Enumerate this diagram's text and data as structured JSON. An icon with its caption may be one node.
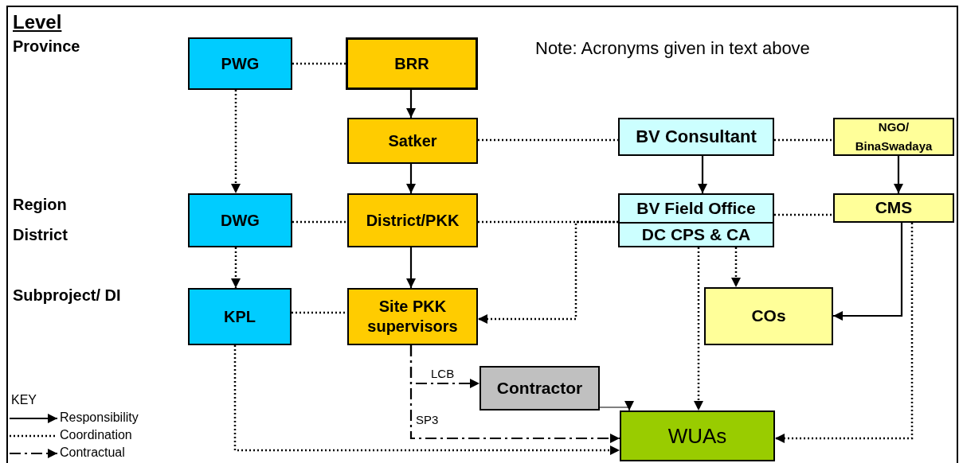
{
  "diagram": {
    "nodes": [
      {
        "text": [
          "PWG"
        ]
      },
      {
        "text": [
          "BRR"
        ]
      },
      {
        "text": [
          "Satker"
        ]
      },
      {
        "text": [
          "BV Consultant"
        ]
      },
      {
        "text": [
          "NGO/ BinaSwadaya"
        ]
      },
      {
        "text": [
          "DWG"
        ]
      },
      {
        "text": [
          "District/PKK"
        ]
      },
      {
        "text": [
          "BV Field Office"
        ]
      },
      {
        "text": [
          "DC CPS & CA"
        ]
      },
      {
        "text": [
          "CMS"
        ]
      },
      {
        "text": [
          "KPL"
        ]
      },
      {
        "text": [
          "Site PKK supervisors"
        ]
      },
      {
        "text": [
          "COs"
        ]
      },
      {
        "text": [
          "Contractor"
        ]
      },
      {
        "text": [
          "WUAs"
        ]
      }
    ],
    "edges": [
      {
        "from": 0,
        "to": 1,
        "arrow": "none",
        "style": "dashed"
      },
      {
        "from": 1,
        "to": 2,
        "arrow": "to"
      },
      {
        "from": 0,
        "to": 5,
        "arrow": "to",
        "style": "dashed"
      },
      {
        "from": 2,
        "to": 6,
        "arrow": "to"
      },
      {
        "from": 2,
        "to": 3,
        "arrow": "none",
        "style": "dashed"
      },
      {
        "from": 3,
        "to": 4,
        "arrow": "none",
        "style": "dashed"
      },
      {
        "from": 3,
        "to": 7,
        "arrow": "to"
      },
      {
        "from": 4,
        "to": 9,
        "arrow": "to"
      },
      {
        "from": 5,
        "to": 6,
        "arrow": "none",
        "style": "dashed"
      },
      {
        "from": 6,
        "to": 7,
        "arrow": "none",
        "style": "dashed"
      },
      {
        "from": 7,
        "to": 11,
        "arrow": "to",
        "style": "dashed"
      },
      {
        "from": 7,
        "to": 9,
        "arrow": "none",
        "style": "dashed"
      },
      {
        "from": 6,
        "to": 11,
        "arrow": "to"
      },
      {
        "from": 5,
        "to": 10,
        "arrow": "to",
        "style": "dashed"
      },
      {
        "from": 10,
        "to": 11,
        "arrow": "none",
        "style": "dashed"
      },
      {
        "from": 9,
        "to": 12,
        "arrow": "to"
      },
      {
        "from": 8,
        "to": 12,
        "arrow": "to",
        "style": "dashed"
      },
      {
        "from": 8,
        "to": 14,
        "arrow": "to",
        "style": "dashed"
      },
      {
        "from": 9,
        "to": 14,
        "arrow": "to",
        "style": "dashed"
      },
      {
        "from": 10,
        "to": 14,
        "arrow": "to",
        "style": "dashed"
      },
      {
        "from": 11,
        "to": 13,
        "arrow": "to",
        "style": "dashed",
        "label": "LCB"
      },
      {
        "from": 11,
        "to": 14,
        "arrow": "to",
        "style": "dashed",
        "label": "SP3"
      },
      {
        "from": 13,
        "to": 14,
        "arrow": "to"
      }
    ],
    "labels": [
      "Level",
      "Province",
      "Region",
      "District",
      "Subproject/ DI",
      "Note: Acronyms given in text above",
      "KEY"
    ],
    "legend": [
      {
        "text": "Responsibility"
      },
      {
        "text": "Coordination"
      },
      {
        "text": "Contractual"
      }
    ]
  }
}
